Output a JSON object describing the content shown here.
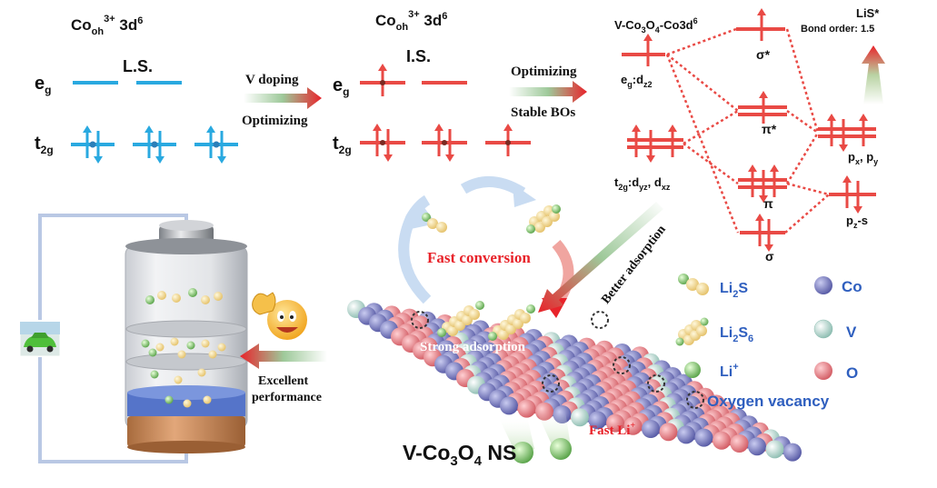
{
  "panel1": {
    "header": "Co",
    "header_sub": "oh",
    "header_sup": "3+",
    "header_tail": " 3d",
    "header_tail_sup": "6",
    "state": "L.S.",
    "eg_label": "e",
    "eg_sub": "g",
    "t2g_label": "t",
    "t2g_sub": "2g",
    "color": "#29a9e0"
  },
  "arrow1": {
    "top": "V doping",
    "bottom": "Optimizing"
  },
  "panel2": {
    "header": "Co",
    "header_sub": "oh",
    "header_sup": "3+",
    "header_tail": " 3d",
    "header_tail_sup": "6",
    "state": "I.S.",
    "eg_label": "e",
    "eg_sub": "g",
    "t2g_label": "t",
    "t2g_sub": "2g",
    "color": "#e94a45"
  },
  "arrow2": {
    "top": "Optimizing",
    "bottom": "Stable BOs"
  },
  "mo": {
    "left_title": "V-Co",
    "left_title_s1": "3",
    "left_title_mid": "O",
    "left_title_s2": "4",
    "left_title_tail": "-Co3d",
    "left_title_sup": "6",
    "eg_dz2": "e",
    "eg_dz2_sub": "g",
    "eg_dz2_tail": ":d",
    "eg_dz2_sub2": "z2",
    "t2g_main": "t",
    "t2g_sub": "2g",
    "t2g_mid": ":d",
    "t2g_sub2": "yz",
    "t2g_comma": ", d",
    "t2g_sub3": "xz",
    "sigma_star": "σ*",
    "pi_star": "π*",
    "pi": "π",
    "sigma": "σ",
    "lis_title": "LiS*",
    "bond_order": "Bond order: 1.5",
    "pxpy_main": "p",
    "pxpy_sub1": "x",
    "pxpy_comma": ", p",
    "pxpy_sub2": "y",
    "pzs_main": "p",
    "pzs_sub": "z",
    "pzs_tail": "-s",
    "color": "#e94a45"
  },
  "labels": {
    "fast_conversion": "Fast conversion",
    "better_adsorption": "Better adsorption",
    "strong_adsorption": "Strong adsorption",
    "fast_li": "Fast Li",
    "fast_li_sup": "+",
    "excellent": "Excellent",
    "performance": "performance",
    "material_main": "V-Co",
    "material_sub1": "3",
    "material_mid": "O",
    "material_sub2": "4",
    "material_tail": " NS"
  },
  "legend": {
    "li2s_main": "Li",
    "li2s_sub": "2",
    "li2s_tail": "S",
    "li2s6_main": "Li",
    "li2s6_sub": "2",
    "li2s6_tail": "S",
    "li2s6_sub2": "6",
    "li_main": "Li",
    "li_sup": "+",
    "co": "Co",
    "v": "V",
    "o": "O",
    "vacancy": "Oxygen vacancy",
    "colors": {
      "co": "#6c6fb7",
      "v": "#a9d3c9",
      "o": "#e57a80",
      "li": "#7fc36a",
      "s": "#f2d787"
    }
  }
}
